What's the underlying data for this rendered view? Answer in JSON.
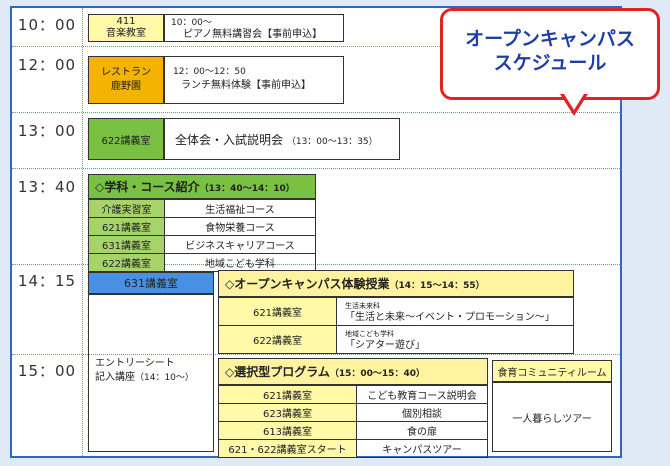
{
  "times": [
    "10：00",
    "12：00",
    "13：00",
    "13：40",
    "14：15",
    "15：00"
  ],
  "row1": {
    "room1": "411",
    "room2": "音楽教室",
    "time": "10：00～",
    "title": "ピアノ無料講習会【事前申込】"
  },
  "row2": {
    "room1": "レストラン",
    "room2": "鹿野園",
    "time": "12：00～12：50",
    "title": "ランチ無料体験【事前申込】"
  },
  "row3": {
    "room": "622講義室",
    "title": "全体会・入試説明会",
    "time": "（13：00～13：35）"
  },
  "courses": {
    "header": "◇学科・コース紹介",
    "time": "（13：40～14：10）",
    "rows": [
      {
        "room": "介護実習室",
        "name": "生活福祉コース"
      },
      {
        "room": "621講義室",
        "name": "食物栄養コース"
      },
      {
        "room": "631講義室",
        "name": "ビジネスキャリアコース"
      },
      {
        "room": "622講義室",
        "name": "地域こども学科"
      }
    ]
  },
  "entry": {
    "room": "631講義室",
    "line1": "エントリーシート",
    "line2": "記入講座",
    "time": "（14：10～）"
  },
  "trial": {
    "header": "◇オープンキャンパス体験授業",
    "time": "（14：15～14：55）",
    "rows": [
      {
        "room": "621講義室",
        "dept": "生活未来科",
        "title": "「生活と未来～イベント・プロモーション～」"
      },
      {
        "room": "622講義室",
        "dept": "地域こども学科",
        "title": "「シアター遊び」"
      }
    ]
  },
  "elective": {
    "header": "◇選択型プログラム",
    "time": "（15：00～15：40）",
    "rows": [
      {
        "room": "621講義室",
        "name": "こども教育コース説明会"
      },
      {
        "room": "623講義室",
        "name": "個別相談"
      },
      {
        "room": "613講義室",
        "name": "食の扉"
      },
      {
        "room": "621・622講義室スタート",
        "name": "キャンパスツアー"
      }
    ]
  },
  "community": {
    "title": "食育コミュニティルーム",
    "event": "一人暮らしツアー"
  },
  "bubble": {
    "line1": "オープンキャンパス",
    "line2": "スケジュール"
  },
  "colors": {
    "border": "#2f66c8",
    "yellow": "#fff9a8",
    "orange": "#f4b300",
    "green": "#7ac143",
    "blue": "#4a90e2",
    "bubble_border": "#e02424",
    "bubble_text": "#1f3ea6"
  }
}
